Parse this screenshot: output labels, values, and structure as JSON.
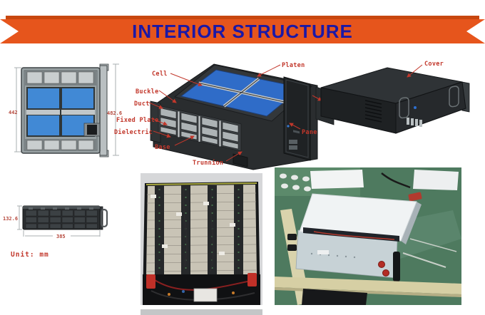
{
  "title_banner": {
    "text": "INTERIOR STRUCTURE"
  },
  "exploded_labels": {
    "cell": "Cell",
    "buckle": "Buckle",
    "duct": "Duct",
    "fixed_plate": "Fixed Plate",
    "dielectric": "Dielectric",
    "base": "Base",
    "trunnion": "Trunnion",
    "platen": "Platen",
    "pane": "Pane"
  },
  "cover_label": "Cover",
  "front_view": {
    "dim_height": "442",
    "dim_overall": "482.6"
  },
  "side_view": {
    "dim_height": "132.6",
    "dim_length": "385"
  },
  "unit_note": "Unit: mm",
  "colors": {
    "banner_orange": "#e6551c",
    "banner_text_blue": "#1b18a6",
    "label_red": "#c2372b",
    "cell_blue": "#4189d5"
  }
}
